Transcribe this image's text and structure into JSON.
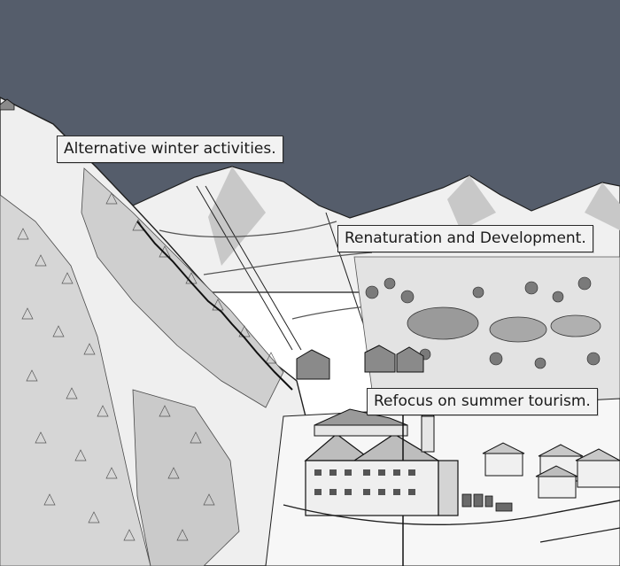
{
  "labels": {
    "winter": "Alternative winter activities.",
    "renaturation": "Renaturation and Development.",
    "summer": "Refocus on summer tourism."
  },
  "colors": {
    "sky": "#555d6b",
    "snow": "#f4f4f4",
    "forest": "#d9d9d9",
    "building_roof": "#8a8a8a",
    "pond": "#9a9a9a",
    "ink": "#1e1e1e"
  }
}
